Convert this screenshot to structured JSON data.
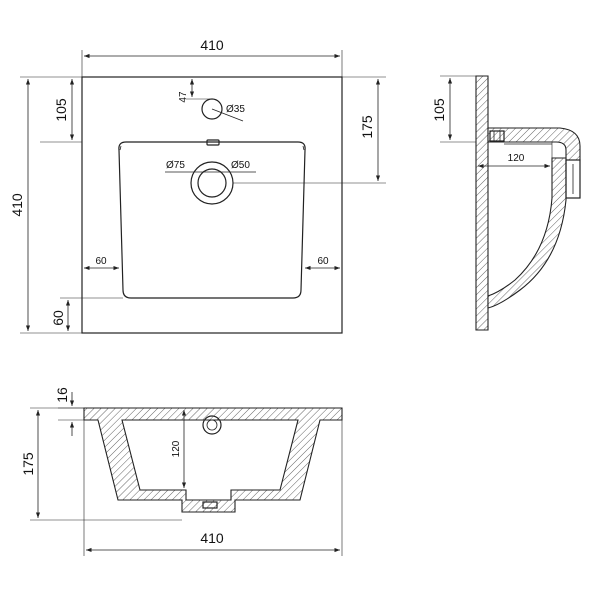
{
  "top_view": {
    "width": "410",
    "depth": "410",
    "tap_offset": "47",
    "tap_hole": "Ø35",
    "front_depth": "105",
    "drain_depth": "175",
    "drain_outer": "Ø75",
    "drain_inner": "Ø50",
    "side_margin_left": "60",
    "side_margin_right": "60",
    "rear_margin": "60"
  },
  "side_view": {
    "front_depth": "105",
    "waste_offset": "120"
  },
  "front_view": {
    "rim_thickness": "16",
    "height": "175",
    "bowl_depth": "120",
    "width": "410"
  }
}
